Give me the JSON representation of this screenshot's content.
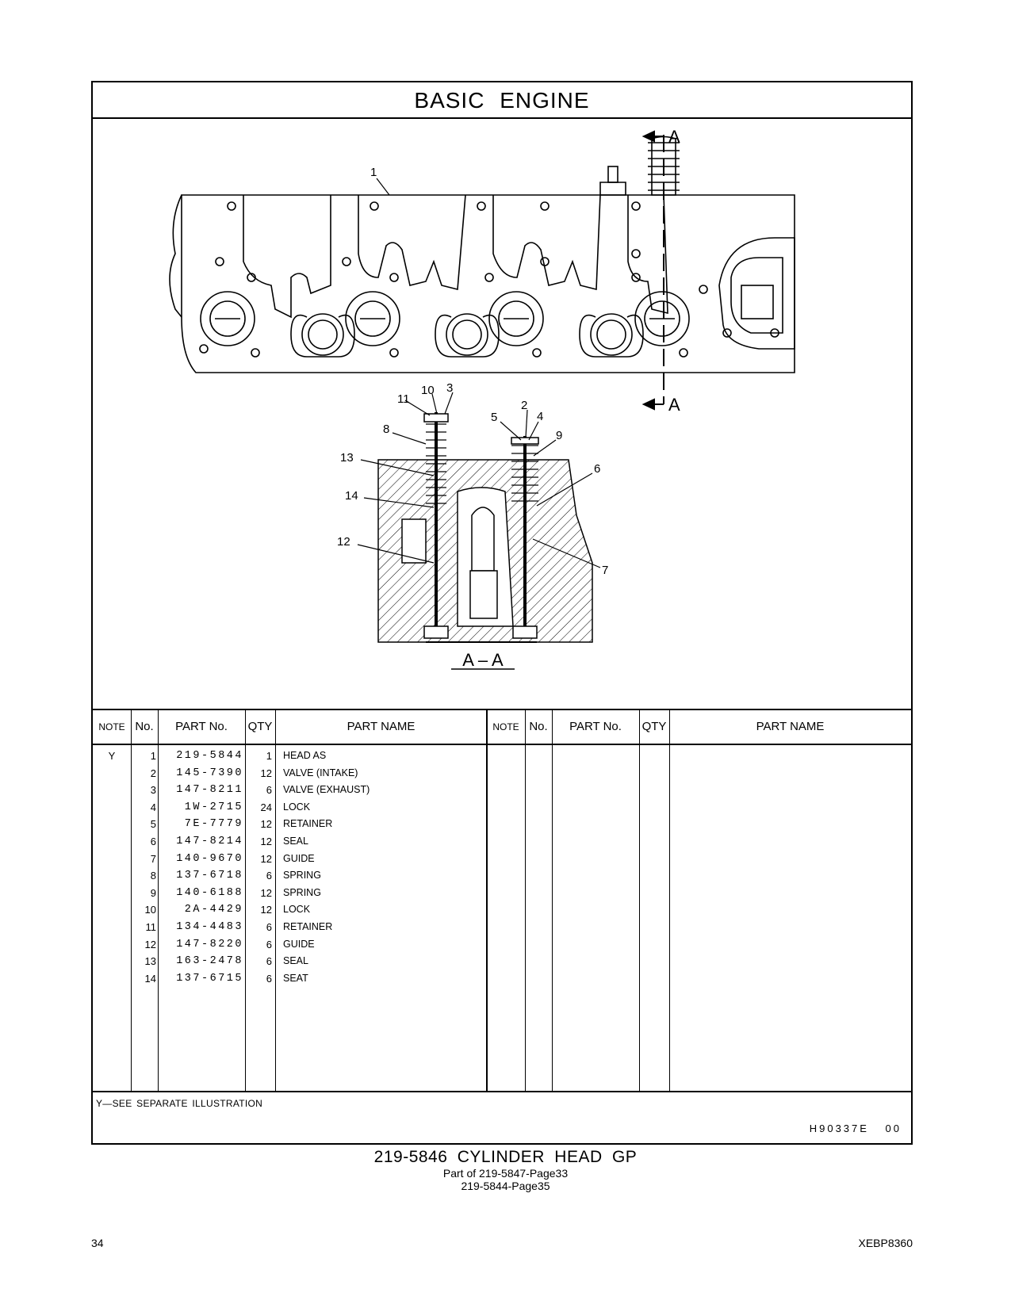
{
  "section_title": "BASIC   ENGINE",
  "illustration": {
    "section_marker": "A",
    "section_label": "A – A",
    "callouts": [
      "1",
      "2",
      "3",
      "4",
      "5",
      "6",
      "7",
      "8",
      "9",
      "10",
      "11",
      "12",
      "13",
      "14"
    ]
  },
  "table": {
    "headers": {
      "note": "NOTE",
      "no": "No.",
      "part_no": "PART No.",
      "qty": "QTY",
      "part_name": "PART NAME"
    },
    "rows": [
      {
        "note": "Y",
        "no": "1",
        "part_no": "219-5844",
        "qty": "1",
        "name": "HEAD AS"
      },
      {
        "note": "",
        "no": "2",
        "part_no": "145-7390",
        "qty": "12",
        "name": "VALVE (INTAKE)"
      },
      {
        "note": "",
        "no": "3",
        "part_no": "147-8211",
        "qty": "6",
        "name": "VALVE (EXHAUST)"
      },
      {
        "note": "",
        "no": "4",
        "part_no": "1W-2715",
        "qty": "24",
        "name": "LOCK"
      },
      {
        "note": "",
        "no": "5",
        "part_no": "7E-7779",
        "qty": "12",
        "name": "RETAINER"
      },
      {
        "note": "",
        "no": "6",
        "part_no": "147-8214",
        "qty": "12",
        "name": "SEAL"
      },
      {
        "note": "",
        "no": "7",
        "part_no": "140-9670",
        "qty": "12",
        "name": "GUIDE"
      },
      {
        "note": "",
        "no": "8",
        "part_no": "137-6718",
        "qty": "6",
        "name": "SPRING"
      },
      {
        "note": "",
        "no": "9",
        "part_no": "140-6188",
        "qty": "12",
        "name": "SPRING"
      },
      {
        "note": "",
        "no": "10",
        "part_no": "2A-4429",
        "qty": "12",
        "name": "LOCK"
      },
      {
        "note": "",
        "no": "11",
        "part_no": "134-4483",
        "qty": "6",
        "name": "RETAINER"
      },
      {
        "note": "",
        "no": "12",
        "part_no": "147-8220",
        "qty": "6",
        "name": "GUIDE"
      },
      {
        "note": "",
        "no": "13",
        "part_no": "163-2478",
        "qty": "6",
        "name": "SEAL"
      },
      {
        "note": "",
        "no": "14",
        "part_no": "137-6715",
        "qty": "6",
        "name": "SEAT"
      }
    ]
  },
  "footnote": "Y—SEE  SEPARATE  ILLUSTRATION",
  "illustration_code": "H90337E   00",
  "caption": {
    "title": "219-5846  CYLINDER  HEAD  GP",
    "line1": "Part of 219-5847-Page33",
    "line2": "219-5844-Page35"
  },
  "page_number": "34",
  "doc_id": "XEBP8360"
}
